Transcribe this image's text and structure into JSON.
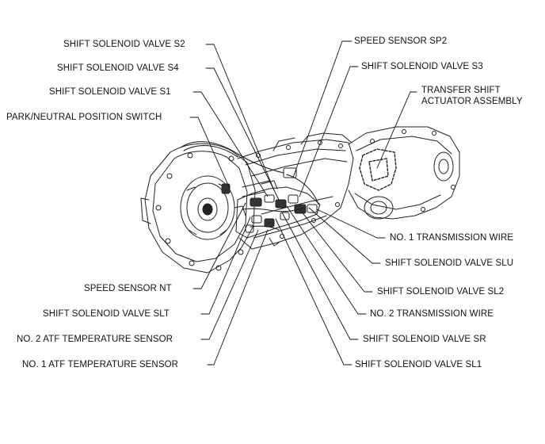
{
  "labels": {
    "shift_solenoid_s2": "SHIFT SOLENOID VALVE S2",
    "shift_solenoid_s4": "SHIFT SOLENOID VALVE S4",
    "shift_solenoid_s1": "SHIFT SOLENOID VALVE S1",
    "park_neutral_switch": "PARK/NEUTRAL POSITION SWITCH",
    "speed_sensor_nt": "SPEED SENSOR NT",
    "shift_solenoid_slt": "SHIFT SOLENOID VALVE SLT",
    "no2_atf_temp_sensor": "NO. 2 ATF TEMPERATURE SENSOR",
    "no1_atf_temp_sensor": "NO. 1 ATF TEMPERATURE SENSOR",
    "speed_sensor_sp2": "SPEED SENSOR SP2",
    "shift_solenoid_s3": "SHIFT SOLENOID VALVE S3",
    "transfer_shift_line1": "TRANSFER SHIFT",
    "transfer_shift_line2": "ACTUATOR ASSEMBLY",
    "no1_transmission_wire": "NO. 1 TRANSMISSION WIRE",
    "shift_solenoid_slu": "SHIFT SOLENOID VALVE SLU",
    "shift_solenoid_sl2": "SHIFT SOLENOID VALVE SL2",
    "no2_transmission_wire": "NO. 2 TRANSMISSION WIRE",
    "shift_solenoid_sr": "SHIFT SOLENOID VALVE SR",
    "shift_solenoid_sl1": "SHIFT SOLENOID VALVE SL1"
  }
}
